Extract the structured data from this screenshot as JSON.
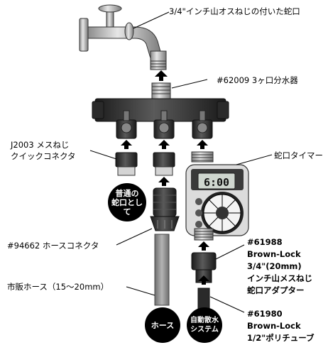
{
  "labels": {
    "faucet": "3/4\"インチ山オスねじの付いた蛇口",
    "splitter": "#62009 3ヶ口分水器",
    "quick_connector_line1": "J2003 メスねじ",
    "quick_connector_line2": "クイックコネクタ",
    "timer": "蛇口タイマー",
    "hose_connector": "#94662 ホースコネクタ",
    "adapter_line1": "#61988",
    "adapter_line2": "Brown-Lock",
    "adapter_line3": "3/4\"(20mm)",
    "adapter_line4": "インチ山メスねじ",
    "adapter_line5": "蛇口アダプター",
    "hose": "市販ホース（15〜20mm）",
    "tube_line1": "#61980",
    "tube_line2": "Brown-Lock",
    "tube_line3": "1/2\"ポリチューブ"
  },
  "badges": {
    "normal_faucet_line1": "普通の",
    "normal_faucet_line2": "蛇口として",
    "hose_badge": "ホース",
    "auto_line1": "自動散水",
    "auto_line2": "システム"
  },
  "timer_display": {
    "time": "6:00"
  },
  "colors": {
    "body": "#3a3a3a",
    "light": "#d8d8d8",
    "metal": "#c8c8c8",
    "green_hose": "#9a9a9a"
  }
}
